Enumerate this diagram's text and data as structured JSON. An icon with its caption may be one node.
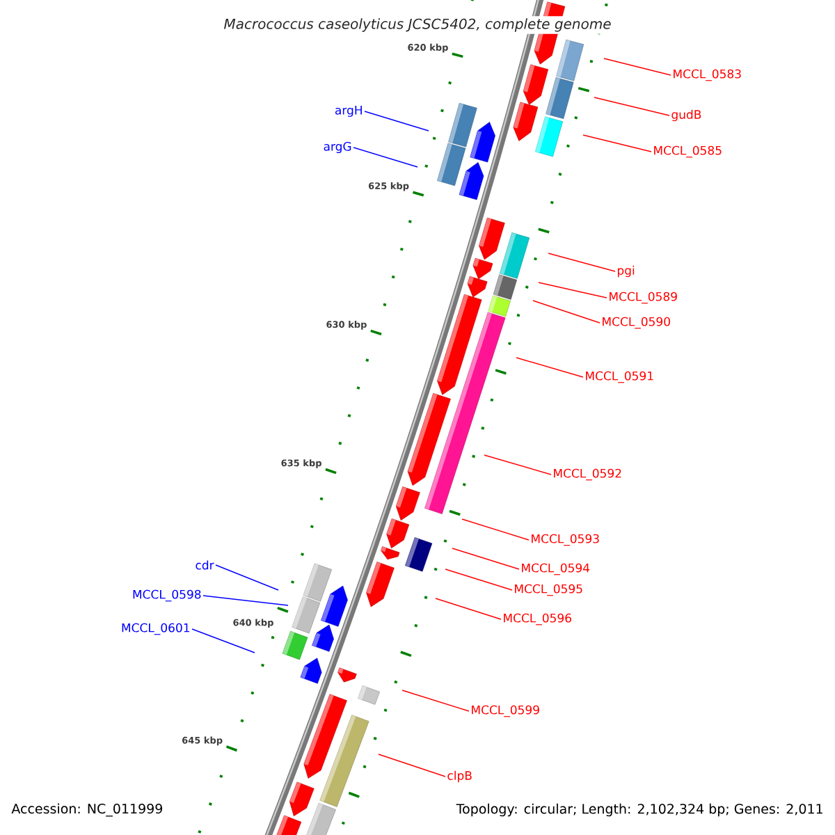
{
  "diagram": {
    "title": "Macrococcus caseolyticus JCSC5402, complete genome",
    "nodes": [
      {
        "text": [
          "MCCL_0583"
        ]
      },
      {
        "text": [
          "argH"
        ]
      },
      {
        "text": [
          "gudB"
        ]
      },
      {
        "text": [
          "argG"
        ]
      },
      {
        "text": [
          "MCCL_0585"
        ]
      },
      {
        "text": [
          "pgi"
        ]
      },
      {
        "text": [
          "MCCL_0589"
        ]
      },
      {
        "text": [
          "MCCL_0590"
        ]
      },
      {
        "text": [
          "MCCL_0591"
        ]
      },
      {
        "text": [
          "MCCL_0592"
        ]
      },
      {
        "text": [
          "MCCL_0593"
        ]
      },
      {
        "text": [
          "cdr"
        ]
      },
      {
        "text": [
          "MCCL_0594"
        ]
      },
      {
        "text": [
          "MCCL_0595"
        ]
      },
      {
        "text": [
          "MCCL_0598"
        ]
      },
      {
        "text": [
          "MCCL_0596"
        ]
      },
      {
        "text": [
          "MCCL_0601"
        ]
      },
      {
        "text": [
          "MCCL_0599"
        ]
      },
      {
        "text": [
          "clpB"
        ]
      }
    ],
    "edges": [
      {
        "from": 0,
        "to": null,
        "arrow": "none"
      },
      {
        "from": 1,
        "to": null,
        "arrow": "none",
        "color": "#0000ff"
      },
      {
        "from": 2,
        "to": null,
        "arrow": "none"
      },
      {
        "from": 3,
        "to": null,
        "arrow": "none",
        "color": "#0000ff"
      },
      {
        "from": 4,
        "to": null,
        "arrow": "none"
      },
      {
        "from": 5,
        "to": null,
        "arrow": "none"
      },
      {
        "from": 6,
        "to": null,
        "arrow": "none"
      },
      {
        "from": 7,
        "to": null,
        "arrow": "none"
      },
      {
        "from": 8,
        "to": null,
        "arrow": "none"
      },
      {
        "from": 9,
        "to": null,
        "arrow": "none"
      },
      {
        "from": 10,
        "to": null,
        "arrow": "none"
      },
      {
        "from": 11,
        "to": null,
        "arrow": "none",
        "color": "#0000ff"
      },
      {
        "from": 12,
        "to": null,
        "arrow": "none"
      },
      {
        "from": 13,
        "to": null,
        "arrow": "none"
      },
      {
        "from": 14,
        "to": null,
        "arrow": "none",
        "color": "#0000ff"
      },
      {
        "from": 15,
        "to": null,
        "arrow": "none"
      },
      {
        "from": 16,
        "to": null,
        "arrow": "none",
        "color": "#0000ff"
      },
      {
        "from": 17,
        "to": null,
        "arrow": "none"
      },
      {
        "from": 18,
        "to": null,
        "arrow": "none"
      }
    ],
    "labels": [
      "620 kbp",
      "625 kbp",
      "630 kbp",
      "635 kbp",
      "640 kbp",
      "645 kbp",
      "Accession: NC_011999",
      "Topology: circular; Length: 2,102,324 bp; Genes: 2,011"
    ]
  }
}
